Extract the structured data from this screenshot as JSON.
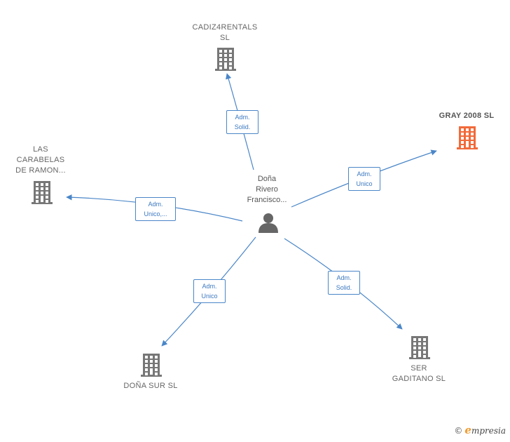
{
  "center": {
    "label": "Doña\nRivero\nFrancisco..."
  },
  "nodes": [
    {
      "id": "cadiz",
      "label": "CADIZ4RENTALS\nSL",
      "color": "#777777",
      "highlight": false
    },
    {
      "id": "gray",
      "label": "GRAY 2008 SL",
      "color": "#f26a3a",
      "highlight": true
    },
    {
      "id": "carabelas",
      "label": "LAS\nCARABELAS\nDE RAMON...",
      "color": "#777777",
      "highlight": false
    },
    {
      "id": "donasur",
      "label": "DOÑA SUR SL",
      "color": "#777777",
      "highlight": false
    },
    {
      "id": "ser",
      "label": "SER\nGADITANO  SL",
      "color": "#777777",
      "highlight": false
    }
  ],
  "edges": [
    {
      "to": "cadiz",
      "line1": "Adm.",
      "line2": "Solid."
    },
    {
      "to": "gray",
      "line1": "Adm.",
      "line2": "Unico"
    },
    {
      "to": "carabelas",
      "line1": "Adm.",
      "line2": "Unico,..."
    },
    {
      "to": "donasur",
      "line1": "Adm.",
      "line2": "Unico"
    },
    {
      "to": "ser",
      "line1": "Adm.",
      "line2": "Solid."
    }
  ],
  "colors": {
    "edge": "#4a86c8",
    "building": "#777777",
    "highlight": "#f26a3a",
    "person": "#666666"
  },
  "footer": {
    "copyright": "©",
    "brand_initial": "e",
    "brand_rest": "mpresia"
  }
}
